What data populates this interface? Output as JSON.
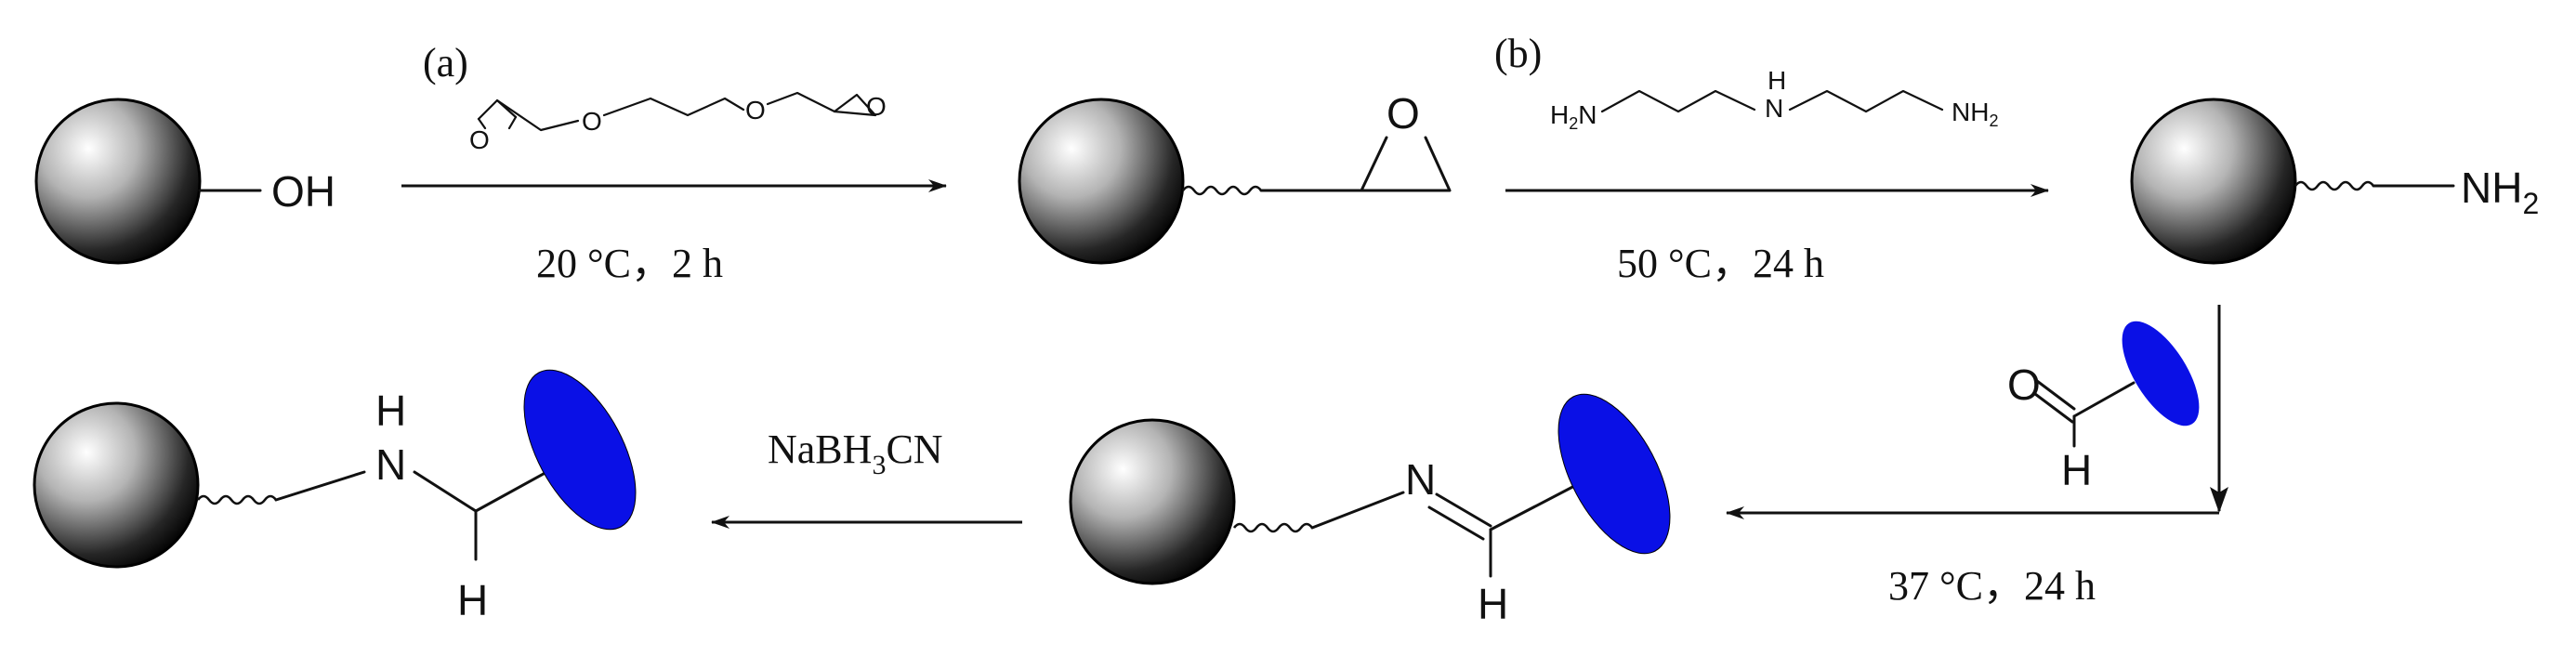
{
  "step_a": {
    "letter": "(a)",
    "conditions": "20 °C，2 h"
  },
  "step_b": {
    "letter": "(b)",
    "conditions": "50 °C，24 h"
  },
  "step_c": {
    "conditions": "37 °C，24 h"
  },
  "step_d": {
    "reagent_prefix": "NaBH",
    "reagent_sub": "3",
    "reagent_suffix": "CN"
  },
  "groups": {
    "hydroxyl": "OH",
    "epoxide_o": "O",
    "amine_n": "NH",
    "amine_sub": "2",
    "h": "H",
    "n": "N",
    "aldehyde_o": "O"
  },
  "reagent_a": {
    "o1": "O",
    "o2": "O",
    "o3": "O",
    "o4": "O"
  },
  "reagent_b": {
    "h2n_prefix": "H",
    "h2n_sub": "2",
    "h2n_suffix": "N",
    "nh_n": "N",
    "nh_h": "H",
    "nh2_prefix": "NH",
    "nh2_sub": "2"
  },
  "colors": {
    "protein": "#0a10e6",
    "bead_light": "#ffffff",
    "bead_dark": "#0a0a0a",
    "ink": "#111111"
  }
}
